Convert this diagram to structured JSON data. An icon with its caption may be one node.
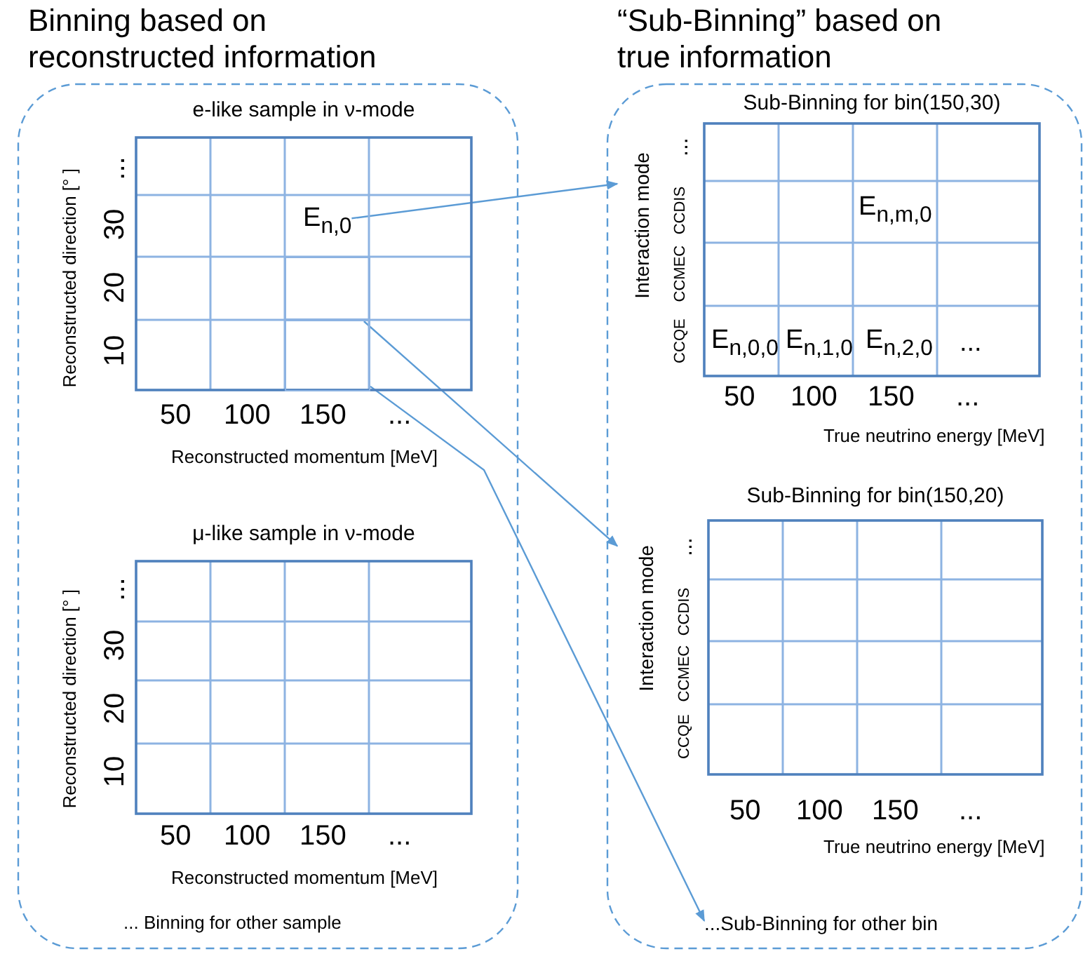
{
  "diagram": {
    "nodes": [
      {
        "text": [
          "Binning based on reconstructed information"
        ]
      },
      {
        "text": [
          "e-like sample in ν-mode"
        ],
        "in": 0
      },
      {
        "text": [
          "E$_{n,0}$"
        ],
        "in": 1
      },
      {
        "text": [],
        "shape": "box",
        "in": 1
      },
      {
        "text": [],
        "shape": "box",
        "in": 1
      },
      {
        "text": [
          "μ-like sample in ν-mode"
        ],
        "in": 0
      },
      {
        "text": [
          "“Sub-Binning” based on true information"
        ]
      },
      {
        "text": [
          "Sub-Binning for bin(150,30)"
        ],
        "in": 6
      },
      {
        "text": [
          "Sub-Binning for bin(150,20)"
        ],
        "in": 6
      },
      {
        "text": [
          "...Sub-Binning for other bin"
        ],
        "in": 6
      }
    ],
    "edges": [
      {
        "from": 2,
        "to": 7,
        "arrow": "to"
      },
      {
        "from": 3,
        "to": 8,
        "arrow": "to"
      },
      {
        "from": 4,
        "to": 9,
        "arrow": "to"
      }
    ],
    "labels": [
      "...",
      "30",
      "20",
      "10",
      "Reconstructed direction [° ]",
      "50",
      "100",
      "150",
      "...",
      "Reconstructed momentum [MeV]",
      "...",
      "30",
      "20",
      "10",
      "Reconstructed direction [° ]",
      "50",
      "100",
      "150",
      "...",
      "Reconstructed momentum [MeV]",
      "... Binning for other sample",
      "...",
      "CCDIS",
      "CCMEC",
      "CCQE",
      "Interaction mode",
      "E$_{n,m,0}$",
      "E$_{n,0,0}$",
      "E$_{n,1,0}$",
      "E$_{n,2,0}$",
      "...",
      "50",
      "100",
      "150",
      "...",
      "True neutrino energy [MeV]",
      "...",
      "CCDIS",
      "CCMEC",
      "CCQE",
      "Interaction mode",
      "50",
      "100",
      "150",
      "...",
      "True neutrino energy [MeV]"
    ]
  }
}
